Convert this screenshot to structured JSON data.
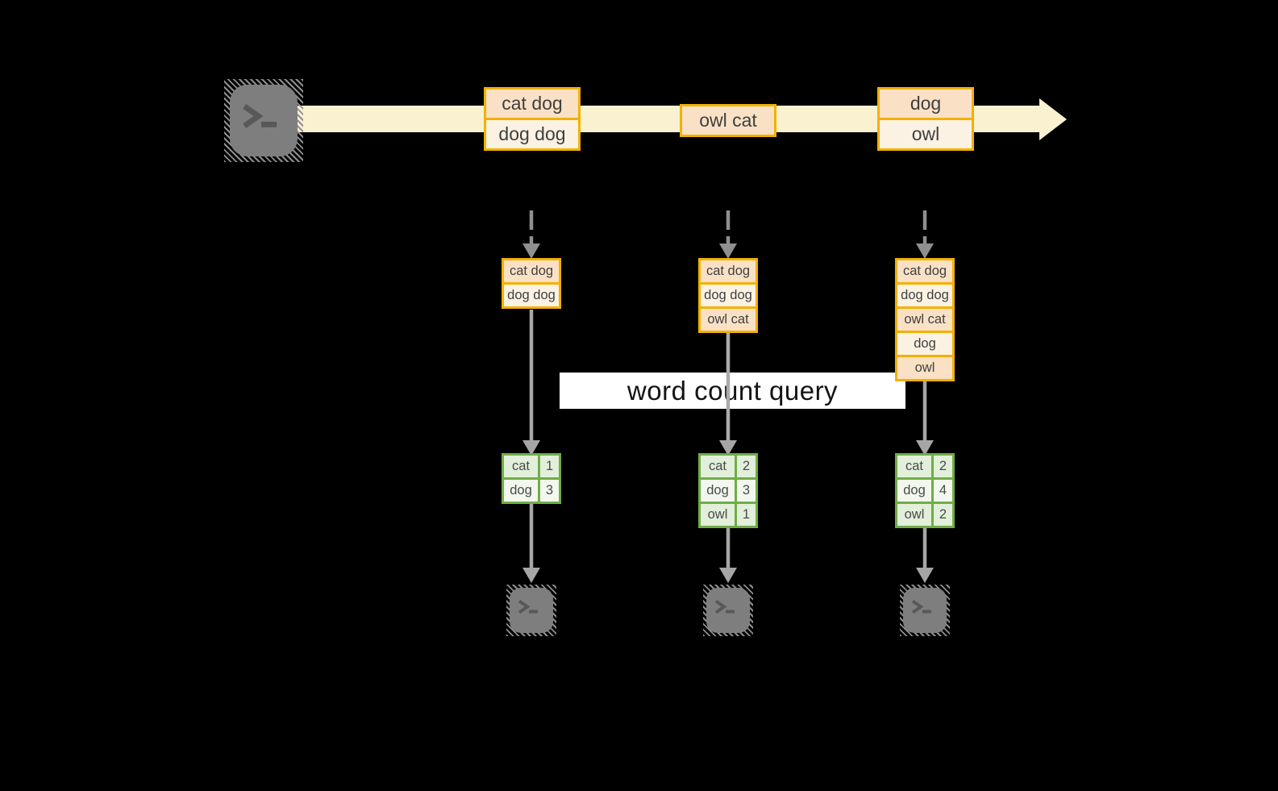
{
  "diagram": {
    "title_label": "word count query",
    "stream": {
      "source_icon": "terminal-icon",
      "batches": [
        [
          "cat dog",
          "dog dog"
        ],
        [
          "owl cat"
        ],
        [
          "dog",
          "owl"
        ]
      ]
    },
    "columns": [
      {
        "accumulated_lines": [
          "cat dog",
          "dog dog"
        ],
        "counts": [
          [
            "cat",
            "1"
          ],
          [
            "dog",
            "3"
          ]
        ],
        "sink_icon": "terminal-icon"
      },
      {
        "accumulated_lines": [
          "cat dog",
          "dog dog",
          "owl cat"
        ],
        "counts": [
          [
            "cat",
            "2"
          ],
          [
            "dog",
            "3"
          ],
          [
            "owl",
            "1"
          ]
        ],
        "sink_icon": "terminal-icon"
      },
      {
        "accumulated_lines": [
          "cat dog",
          "dog dog",
          "owl cat",
          "dog",
          "owl"
        ],
        "counts": [
          [
            "cat",
            "2"
          ],
          [
            "dog",
            "4"
          ],
          [
            "owl",
            "2"
          ]
        ],
        "sink_icon": "terminal-icon"
      }
    ],
    "colors": {
      "background": "#000000",
      "accent_gold": "#F2B100",
      "batch_fill_dark": "#FAE1C5",
      "batch_fill_light": "#FCF2E3",
      "stream_fill": "#FAF1D1",
      "table_border_green": "#70AD47",
      "table_fill_dark": "#E2EFDA",
      "table_fill_light": "#F3F8EF",
      "connector_gray": "#A6A6A6",
      "dashed_arrow_gray": "#8F8F8F",
      "terminal_gray": "#7E7E7E",
      "label_bg": "#FFFFFF",
      "text_dark": "#3F3F3F"
    }
  }
}
